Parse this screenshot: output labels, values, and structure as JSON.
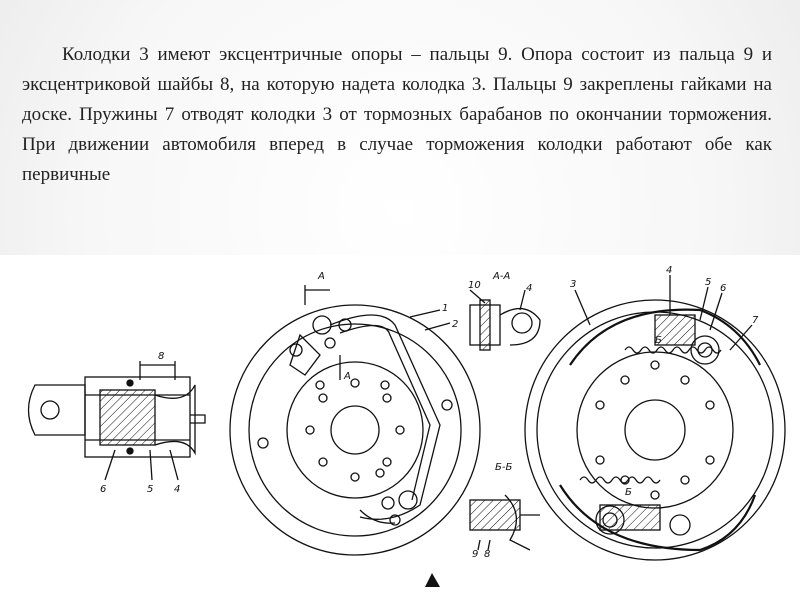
{
  "paragraph": {
    "text": "Колодки 3 имеют эксцентричные опоры – пальцы 9. Опора состоит из пальца 9 и эксцентриковой шайбы 8, на которую надета колодка 3. Пальцы 9 закреплены гайками на доске. Пружины 7 отводят колодки 3 от тормозных барабанов по окончании торможения. При движении автомобиля вперед в случае торможения колодки работают обе как первичные"
  },
  "diagram": {
    "section_labels": {
      "aa": "А-А",
      "bb": "Б-Б",
      "a_mark_top": "А",
      "a_mark_bottom": "А",
      "b_mark_top": "Б",
      "b_mark_bottom": "Б"
    },
    "left_labels": {
      "six": "6",
      "five": "5",
      "four": "4",
      "eight": "8"
    },
    "middle_labels": {
      "one": "1",
      "two": "2"
    },
    "aa_labels": {
      "ten": "10",
      "four": "4"
    },
    "bb_labels": {
      "nine": "9",
      "eight": "8"
    },
    "right_labels": {
      "three": "3",
      "four": "4",
      "five": "5",
      "six": "6",
      "seven": "7"
    }
  }
}
